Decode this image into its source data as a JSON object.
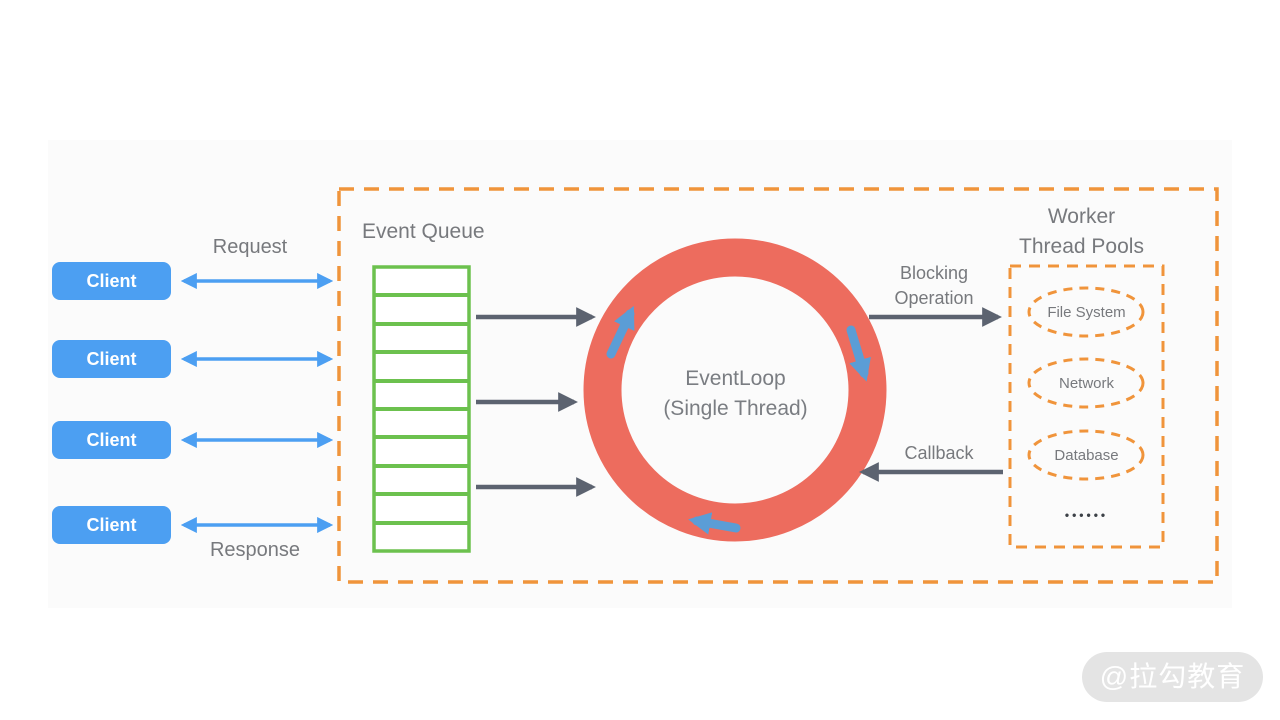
{
  "clients": {
    "labels": [
      "Client",
      "Client",
      "Client",
      "Client"
    ]
  },
  "flow": {
    "request_label": "Request",
    "response_label": "Response"
  },
  "event_queue": {
    "title": "Event Queue",
    "cell_count": 10
  },
  "event_loop": {
    "title": "EventLoop",
    "subtitle": "(Single Thread)",
    "rotation": "clockwise"
  },
  "arrows": {
    "blocking_label_line1": "Blocking",
    "blocking_label_line2": "Operation",
    "callback_label": "Callback"
  },
  "worker_pools": {
    "title_line1": "Worker",
    "title_line2": "Thread Pools",
    "pools": [
      "File System",
      "Network",
      "Database"
    ],
    "more_dots": "••••••"
  },
  "watermark": {
    "text": "@拉勾教育"
  },
  "colors": {
    "client_blue": "#4c9ff2",
    "loop_arrow_blue": "#5b9dd6",
    "queue_green": "#6cc14e",
    "boundary_orange": "#f0943b",
    "ring_red": "#ed6c5e",
    "arrow_gray": "#5c6370",
    "text_gray": "#77797d"
  }
}
